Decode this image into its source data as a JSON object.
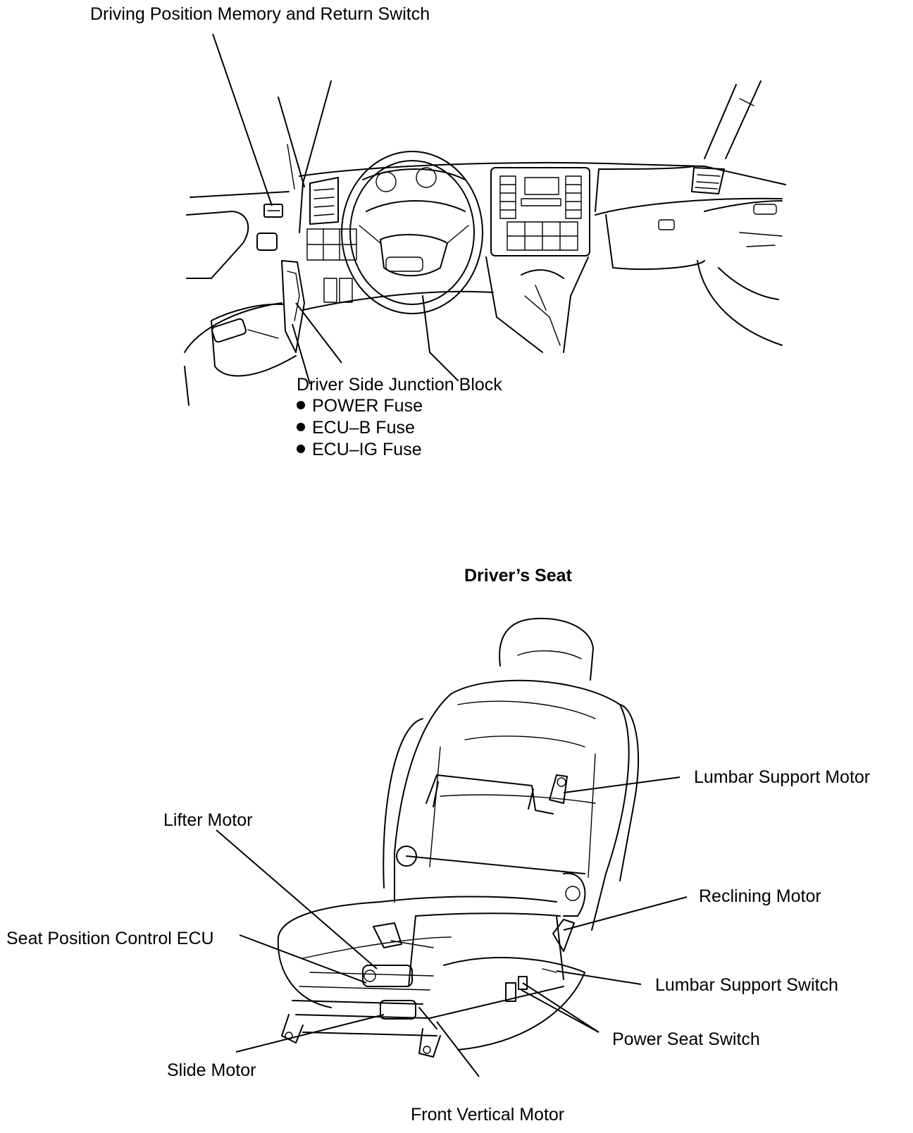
{
  "top_diagram": {
    "memory_switch_label": "Driving Position Memory and Return Switch",
    "junction_block_label": "Driver Side Junction Block",
    "fuses": [
      "POWER Fuse",
      "ECU–B Fuse",
      "ECU–IG Fuse"
    ]
  },
  "seat_diagram": {
    "title": "Driver’s Seat",
    "labels": {
      "lumbar_support_motor": "Lumbar Support Motor",
      "lifter_motor": "Lifter Motor",
      "reclining_motor": "Reclining Motor",
      "seat_position_control_ecu": "Seat Position Control ECU",
      "lumbar_support_switch": "Lumbar Support Switch",
      "power_seat_switch": "Power Seat Switch",
      "slide_motor": "Slide Motor",
      "front_vertical_motor": "Front Vertical Motor"
    }
  }
}
